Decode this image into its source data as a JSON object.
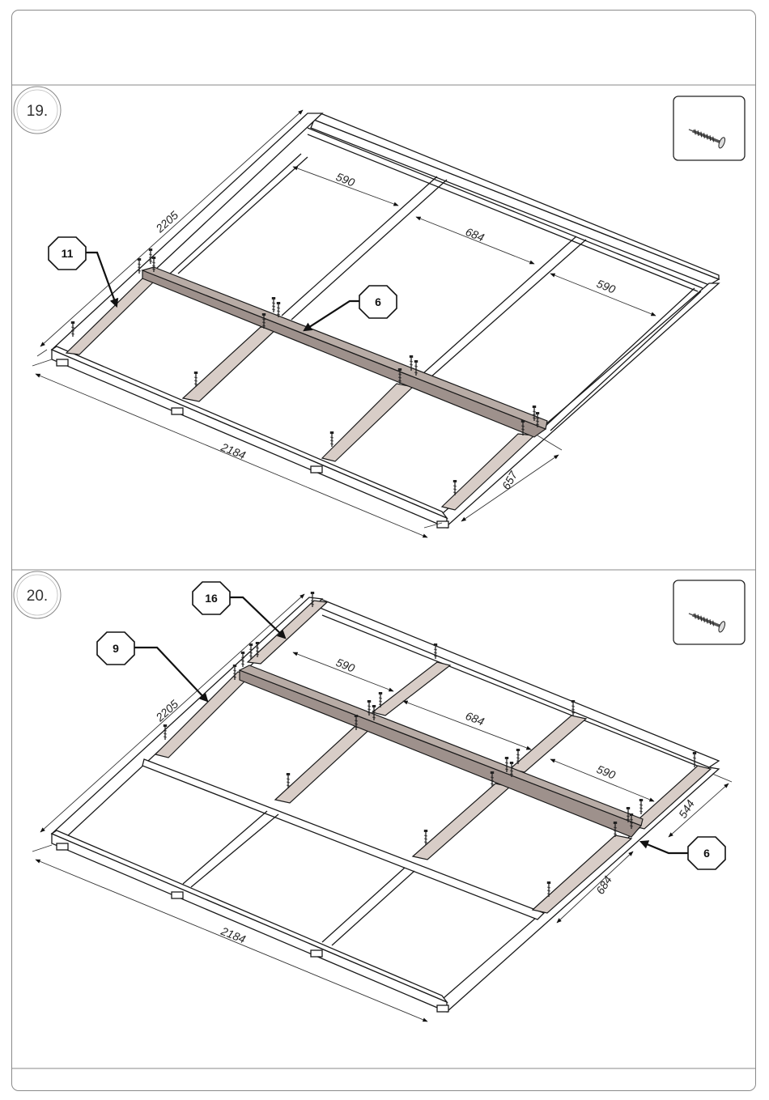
{
  "steps": [
    {
      "number": "19.",
      "tool_icon": "screw-icon",
      "parts": [
        "11",
        "6"
      ],
      "dimensions": {
        "width": "2205",
        "length": "2184",
        "bay1": "590",
        "bay2": "684",
        "bay3": "590",
        "offset": "657"
      }
    },
    {
      "number": "20.",
      "tool_icon": "screw-icon",
      "parts": [
        "16",
        "9",
        "6"
      ],
      "dimensions": {
        "width": "2205",
        "length": "2184",
        "bay1": "590",
        "bay2": "684",
        "bay3": "590",
        "offset1": "544",
        "offset2": "684"
      }
    }
  ],
  "colors": {
    "highlight_beam": "#9e918c",
    "highlight_board": "#d8cdc7",
    "line": "#1a1a1a"
  }
}
